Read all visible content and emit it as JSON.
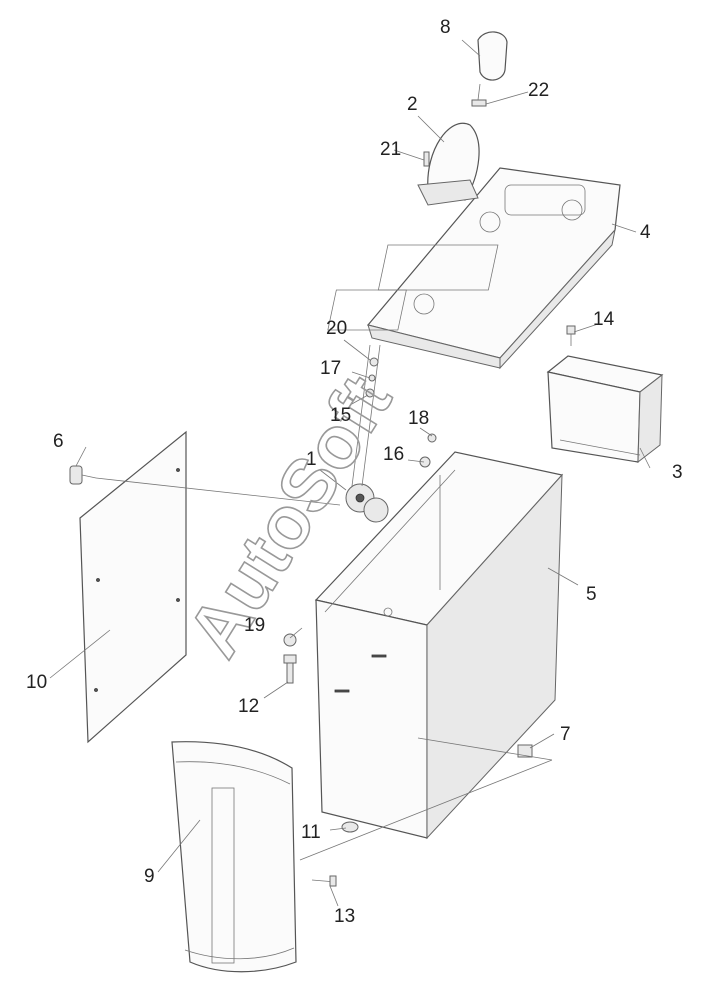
{
  "diagram": {
    "watermark": "AutoSoft",
    "callouts": [
      {
        "id": "c1",
        "text": "1"
      },
      {
        "id": "c2",
        "text": "2"
      },
      {
        "id": "c3",
        "text": "3"
      },
      {
        "id": "c4",
        "text": "4"
      },
      {
        "id": "c5",
        "text": "5"
      },
      {
        "id": "c6",
        "text": "6"
      },
      {
        "id": "c7",
        "text": "7"
      },
      {
        "id": "c8",
        "text": "8"
      },
      {
        "id": "c9",
        "text": "9"
      },
      {
        "id": "c10",
        "text": "10"
      },
      {
        "id": "c11",
        "text": "11"
      },
      {
        "id": "c12",
        "text": "12"
      },
      {
        "id": "c13",
        "text": "13"
      },
      {
        "id": "c14",
        "text": "14"
      },
      {
        "id": "c15",
        "text": "15"
      },
      {
        "id": "c16",
        "text": "16"
      },
      {
        "id": "c17",
        "text": "17"
      },
      {
        "id": "c18",
        "text": "18"
      },
      {
        "id": "c19",
        "text": "19"
      },
      {
        "id": "c20",
        "text": "20"
      },
      {
        "id": "c21",
        "text": "21"
      },
      {
        "id": "c22",
        "text": "22"
      }
    ]
  }
}
